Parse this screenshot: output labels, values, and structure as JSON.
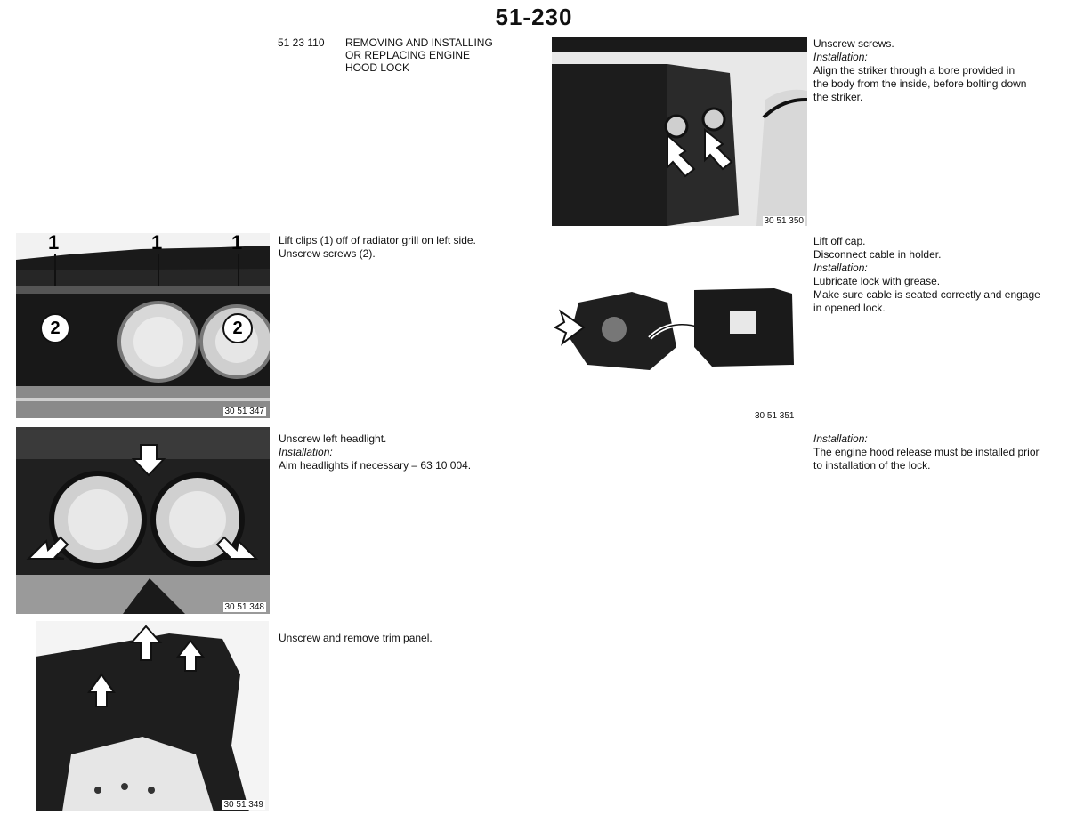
{
  "page_number": "51-230",
  "section": {
    "code": "51 23 110",
    "title_lines": [
      "REMOVING AND INSTALLING",
      "OR REPLACING ENGINE",
      "HOOD LOCK"
    ]
  },
  "steps": {
    "s1": {
      "lines": [
        "Lift clips (1) off of radiator grill on left side.",
        "Unscrew screws (2)."
      ]
    },
    "s2": {
      "lines": [
        "Unscrew left headlight."
      ],
      "installation": "Installation:",
      "after": [
        "Aim headlights if necessary – 63 10 004."
      ]
    },
    "s3": {
      "lines": [
        "Unscrew and remove trim panel."
      ]
    },
    "s4": {
      "lines": [
        "Unscrew screws."
      ],
      "installation": "Installation:",
      "after": [
        "Align the striker through a bore provided in",
        "the body from the inside, before bolting down",
        "the striker."
      ]
    },
    "s5": {
      "lines": [
        "Lift off cap.",
        "Disconnect cable in holder."
      ],
      "installation": "Installation:",
      "after": [
        "Lubricate lock with grease.",
        "Make sure cable is seated correctly and engage",
        "in opened lock."
      ]
    },
    "s6": {
      "installation": "Installation:",
      "after": [
        "The engine hood release must be installed prior",
        "to installation of the lock."
      ]
    }
  },
  "figures": {
    "f347": {
      "number": "30 51 347",
      "callouts": [
        "1",
        "1",
        "1",
        "2",
        "2"
      ]
    },
    "f348": {
      "number": "30 51 348"
    },
    "f349": {
      "number": "30 51 349"
    },
    "f350": {
      "number": "30 51 350"
    },
    "f351": {
      "number": "30 51 351"
    }
  }
}
